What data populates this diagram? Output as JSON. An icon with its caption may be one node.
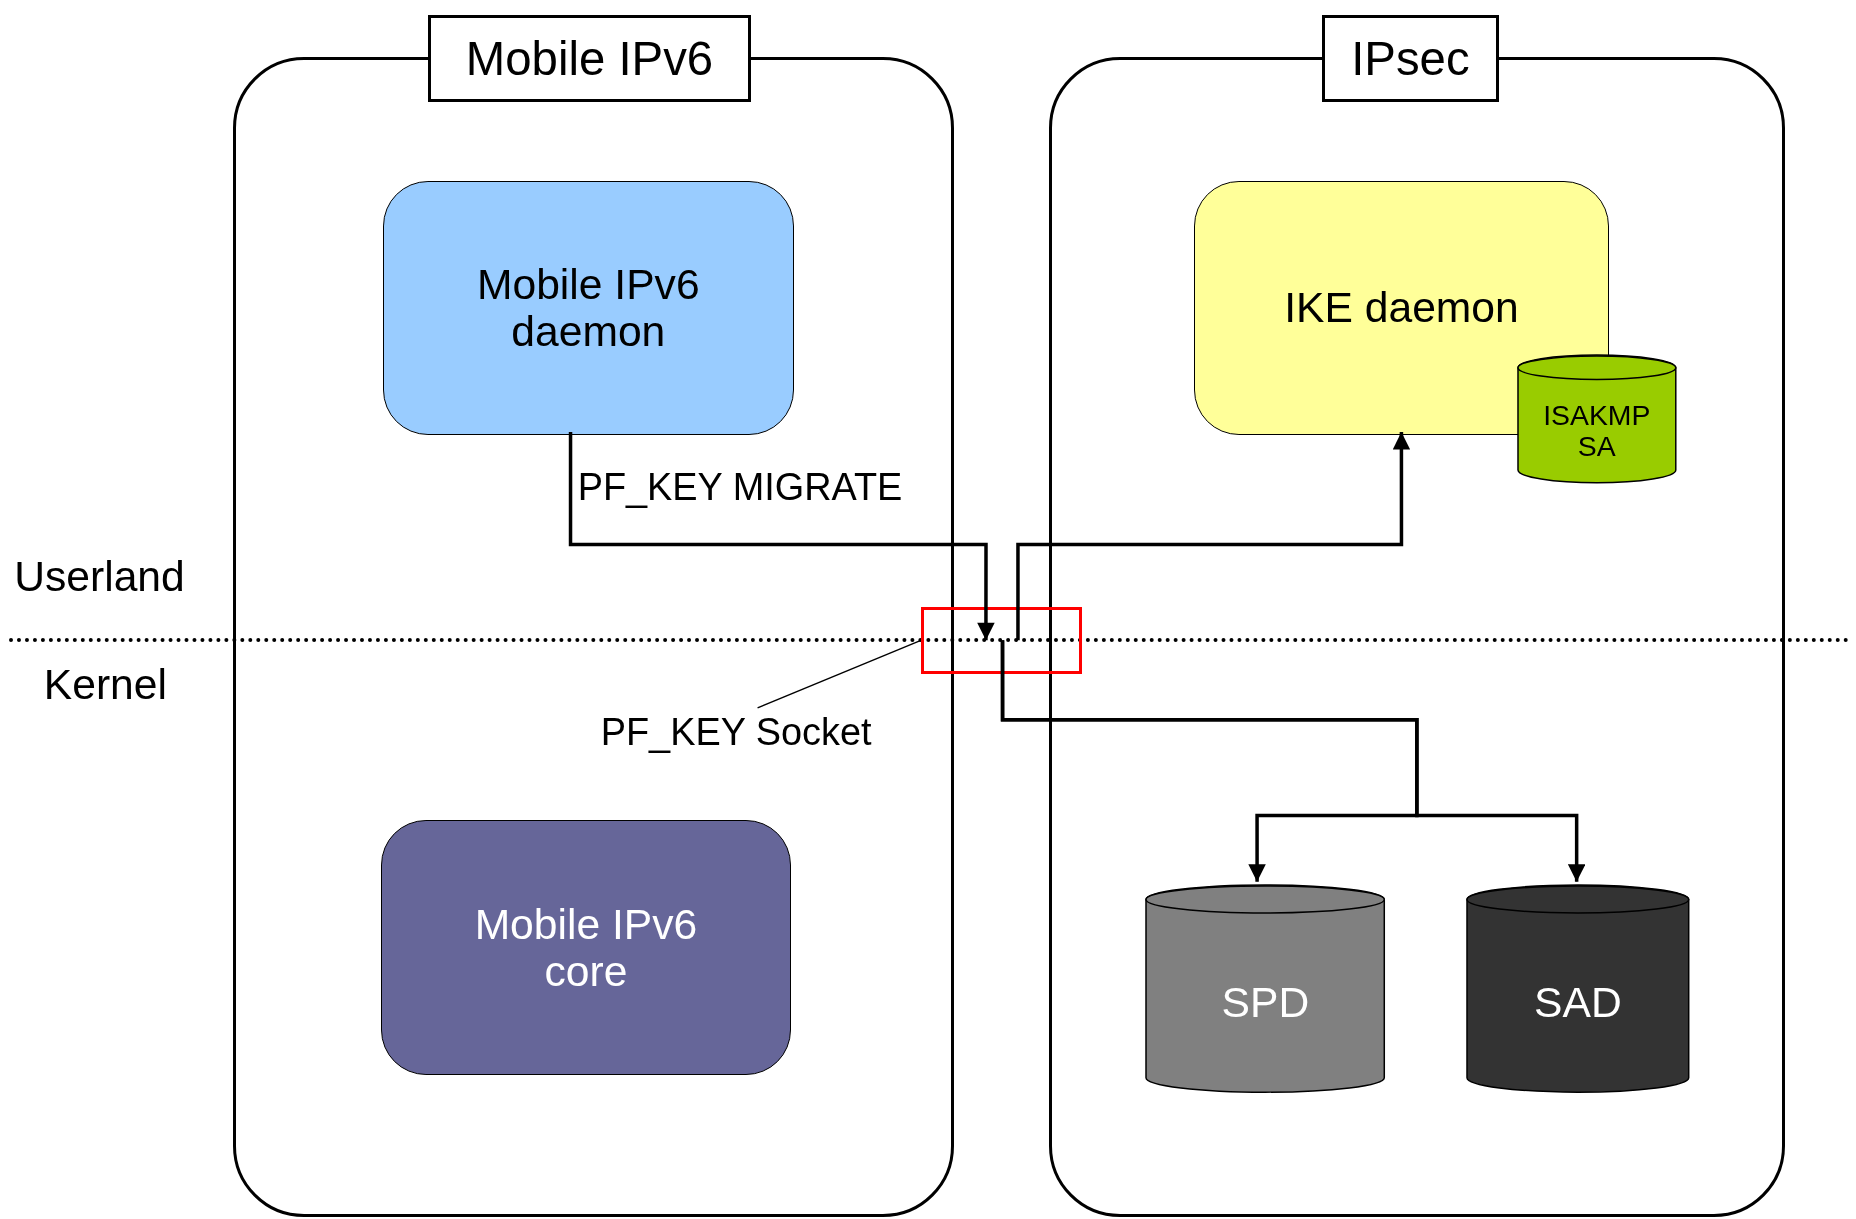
{
  "diagram": {
    "nodes": [
      {
        "text": [
          "Mobile IPv6"
        ]
      },
      {
        "text": [
          "Mobile IPv6 daemon"
        ],
        "in": 0
      },
      {
        "text": [
          "Mobile IPv6 core"
        ],
        "in": 0
      },
      {
        "text": [
          "IPsec"
        ]
      },
      {
        "text": [
          "IKE daemon"
        ],
        "in": 3
      },
      {
        "text": [
          "ISAKMP SA"
        ],
        "in": 3
      },
      {
        "text": [
          "SPD"
        ],
        "in": 3
      },
      {
        "text": [
          "SAD"
        ],
        "in": 3
      },
      {
        "text": [],
        "shape": "box"
      },
      {
        "text": [
          "PF_KEY Socket"
        ],
        "in": 0
      }
    ],
    "edges": [
      {
        "from": 1,
        "to": 8,
        "arrow": "to",
        "label": "PF_KEY MIGRATE"
      },
      {
        "from": 8,
        "to": 4,
        "arrow": "to"
      },
      {
        "from": 8,
        "to": 6,
        "arrow": "to"
      },
      {
        "from": 8,
        "to": 7,
        "arrow": "to"
      },
      {
        "from": 9,
        "to": 8,
        "arrow": "none"
      }
    ],
    "labels": [
      "Userland",
      "Kernel"
    ]
  }
}
